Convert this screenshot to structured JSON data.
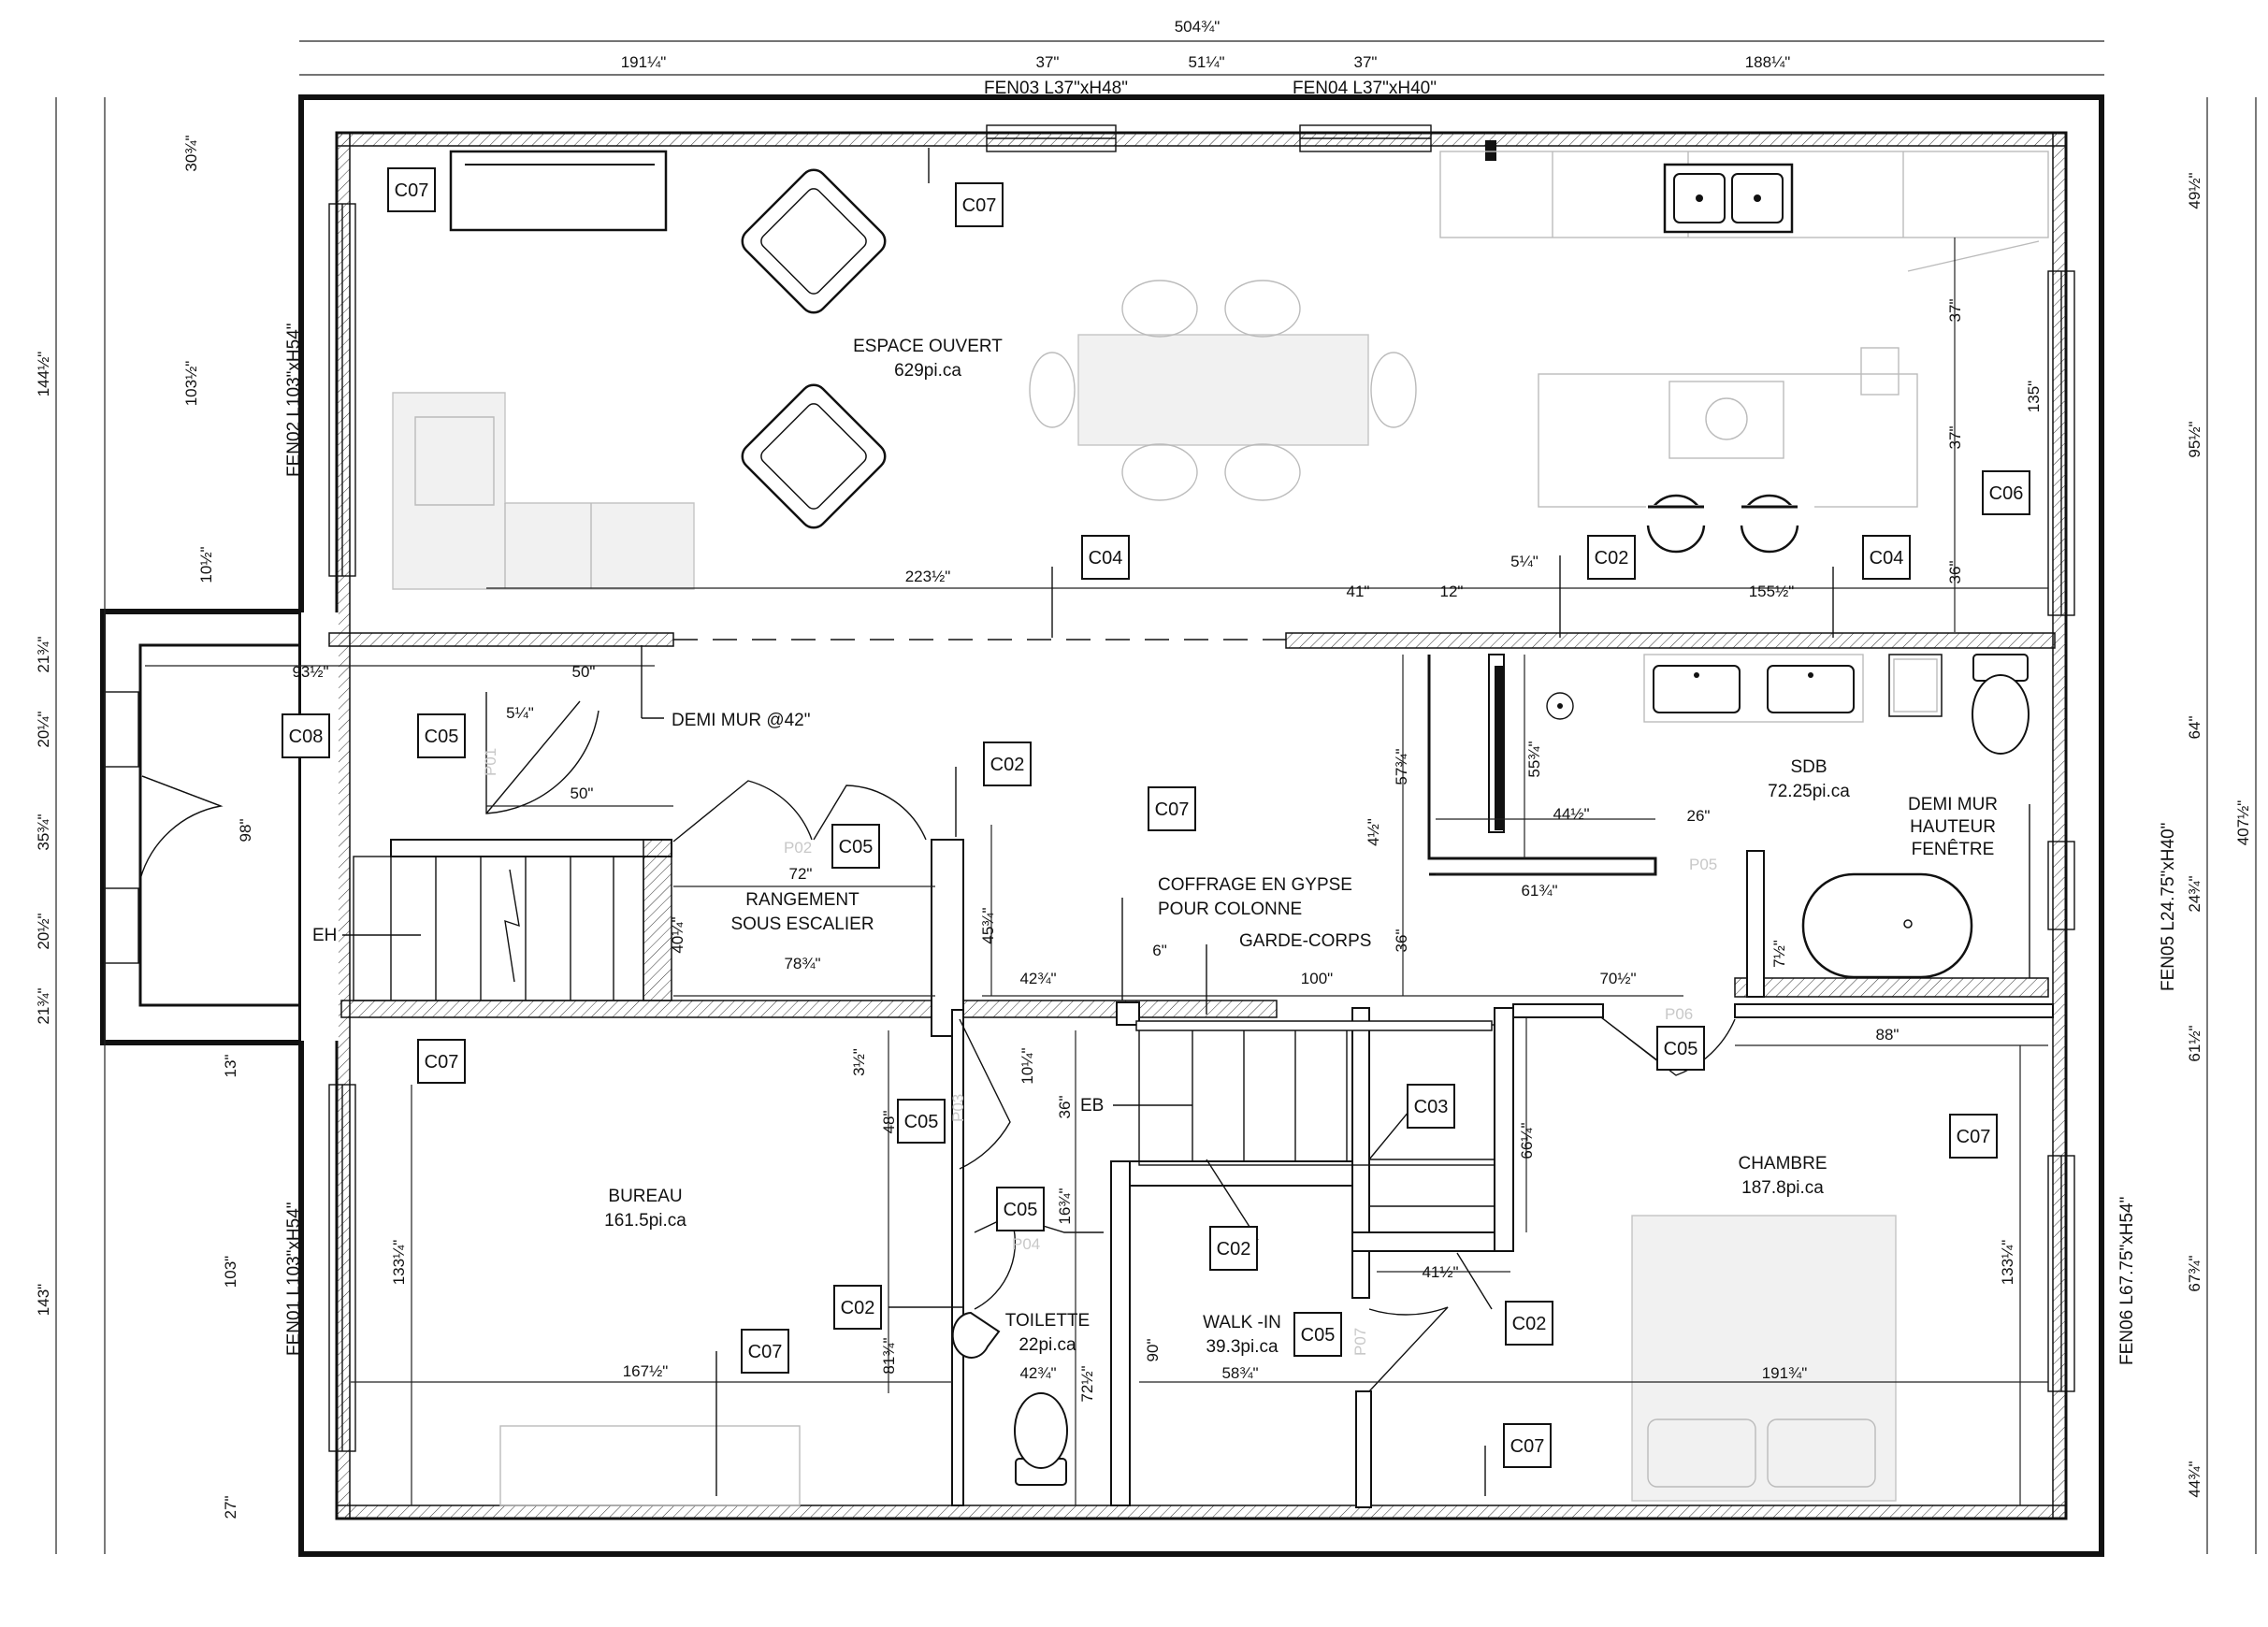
{
  "rooms": {
    "espace_ouvert": {
      "name": "ESPACE OUVERT",
      "area": "629pi.ca"
    },
    "sdb": {
      "name": "SDB",
      "area": "72.25pi.ca"
    },
    "bureau": {
      "name": "BUREAU",
      "area": "161.5pi.ca"
    },
    "chambre": {
      "name": "CHAMBRE",
      "area": "187.8pi.ca"
    },
    "toilette": {
      "name": "TOILETTE",
      "area": "22pi.ca"
    },
    "walkin": {
      "name": "WALK -IN",
      "area": "39.3pi.ca"
    },
    "rangement": {
      "line1": "RANGEMENT",
      "line2": "SOUS ESCALIER"
    }
  },
  "notes": {
    "demi_mur_42": "DEMI MUR @42\"",
    "coffrage_1": "COFFRAGE EN GYPSE",
    "coffrage_2": "POUR COLONNE",
    "garde_corps": "GARDE-CORPS",
    "demi_mur_fen_1": "DEMI MUR",
    "demi_mur_fen_2": "HAUTEUR",
    "demi_mur_fen_3": "FENÊTRE",
    "eh": "EH",
    "eb": "EB"
  },
  "windows": {
    "fen01": "FEN01 L103\"xH54\"",
    "fen02": "FEN02 L103\"xH54\"",
    "fen03": "FEN03 L37\"xH48\"",
    "fen04": "FEN04 L37\"xH40\"",
    "fen05": "FEN05 L24.75\"xH40\"",
    "fen06": "FEN06 L67.75\"xH54\""
  },
  "doors": {
    "p01": "P01",
    "p02": "P02",
    "p03": "P03",
    "p04": "P04",
    "p05": "P05",
    "p06": "P06",
    "p07": "P07"
  },
  "tags": {
    "c07_kitchen_left": "C07",
    "c07_kitchen_top": "C07",
    "c06": "C06",
    "c04_left": "C04",
    "c04_right": "C04",
    "c02_top": "C02",
    "c08": "C08",
    "c05_entry": "C05",
    "c02_stair": "C02",
    "c07_hall": "C07",
    "c05_rangement": "C05",
    "c05_chambre": "C05",
    "c07_bureau_top": "C07",
    "c05_bureau": "C05",
    "c03": "C03",
    "c07_chambre": "C07",
    "c05_toilette": "C05",
    "c02_walkin": "C02",
    "c02_bureau": "C02",
    "c05_walkin": "C05",
    "c02_chambre": "C02",
    "c07_bureau_bottom": "C07",
    "c07_walkin": "C07"
  },
  "dimensions": {
    "top_total": "504¾\"",
    "top_a": "191¼\"",
    "top_b": "37\"",
    "top_c": "51¼\"",
    "top_d": "37\"",
    "top_e": "188¼\"",
    "left_1": "144½\"",
    "left_1a": "30¾\"",
    "left_1b": "103½\"",
    "left_1c": "10½\"",
    "left_2": "21¾\"",
    "left_3": "20¼\"",
    "left_4": "35¾\"",
    "left_5": "20½\"",
    "left_6": "21¾\"",
    "left_7": "13\"",
    "left_8": "103\"",
    "left_9": "27\"",
    "left_10": "143\"",
    "right_total": "407½\"",
    "right_1": "49½\"",
    "right_2": "95½\"",
    "right_3": "64\"",
    "right_4": "24¾\"",
    "right_5": "61½\"",
    "right_6": "67¾\"",
    "right_7": "44¾\"",
    "k_37a": "37\"",
    "k_37b": "37\"",
    "k_135": "135\"",
    "k_36": "36\"",
    "h_223": "223½\"",
    "h_41": "41\"",
    "h_12": "12\"",
    "h_5q": "5¼\"",
    "h_155": "155½\"",
    "e_93": "93½\"",
    "e_50a": "50\"",
    "e_5q": "5¼\"",
    "e_98": "98\"",
    "e_50b": "50\"",
    "r_72": "72\"",
    "r_40": "40¼\"",
    "r_78": "78¾\"",
    "r_45": "45¾\"",
    "s_57": "57¾\"",
    "s_55": "55¾\"",
    "s_44": "44½\"",
    "s_26": "26\"",
    "s_61": "61¾\"",
    "s_4h": "4½\"",
    "s_36": "36\"",
    "s_7h": "7½\"",
    "m_42": "42¾\"",
    "m_6": "6\"",
    "m_100": "100\"",
    "m_70": "70½\"",
    "m_88": "88\"",
    "b_3h": "3½\"",
    "b_48": "48\"",
    "b_10": "10¼\"",
    "b_36": "36\"",
    "b_16": "16¾\"",
    "b_133a": "133¼\"",
    "b_167": "167½\"",
    "b_81": "81¾\"",
    "b_42": "42¾\"",
    "b_72": "72½\"",
    "b_90": "90\"",
    "b_58": "58¾\"",
    "b_66": "66¼\"",
    "b_41": "41½\"",
    "b_191": "191¾\"",
    "b_133b": "133¼\""
  }
}
